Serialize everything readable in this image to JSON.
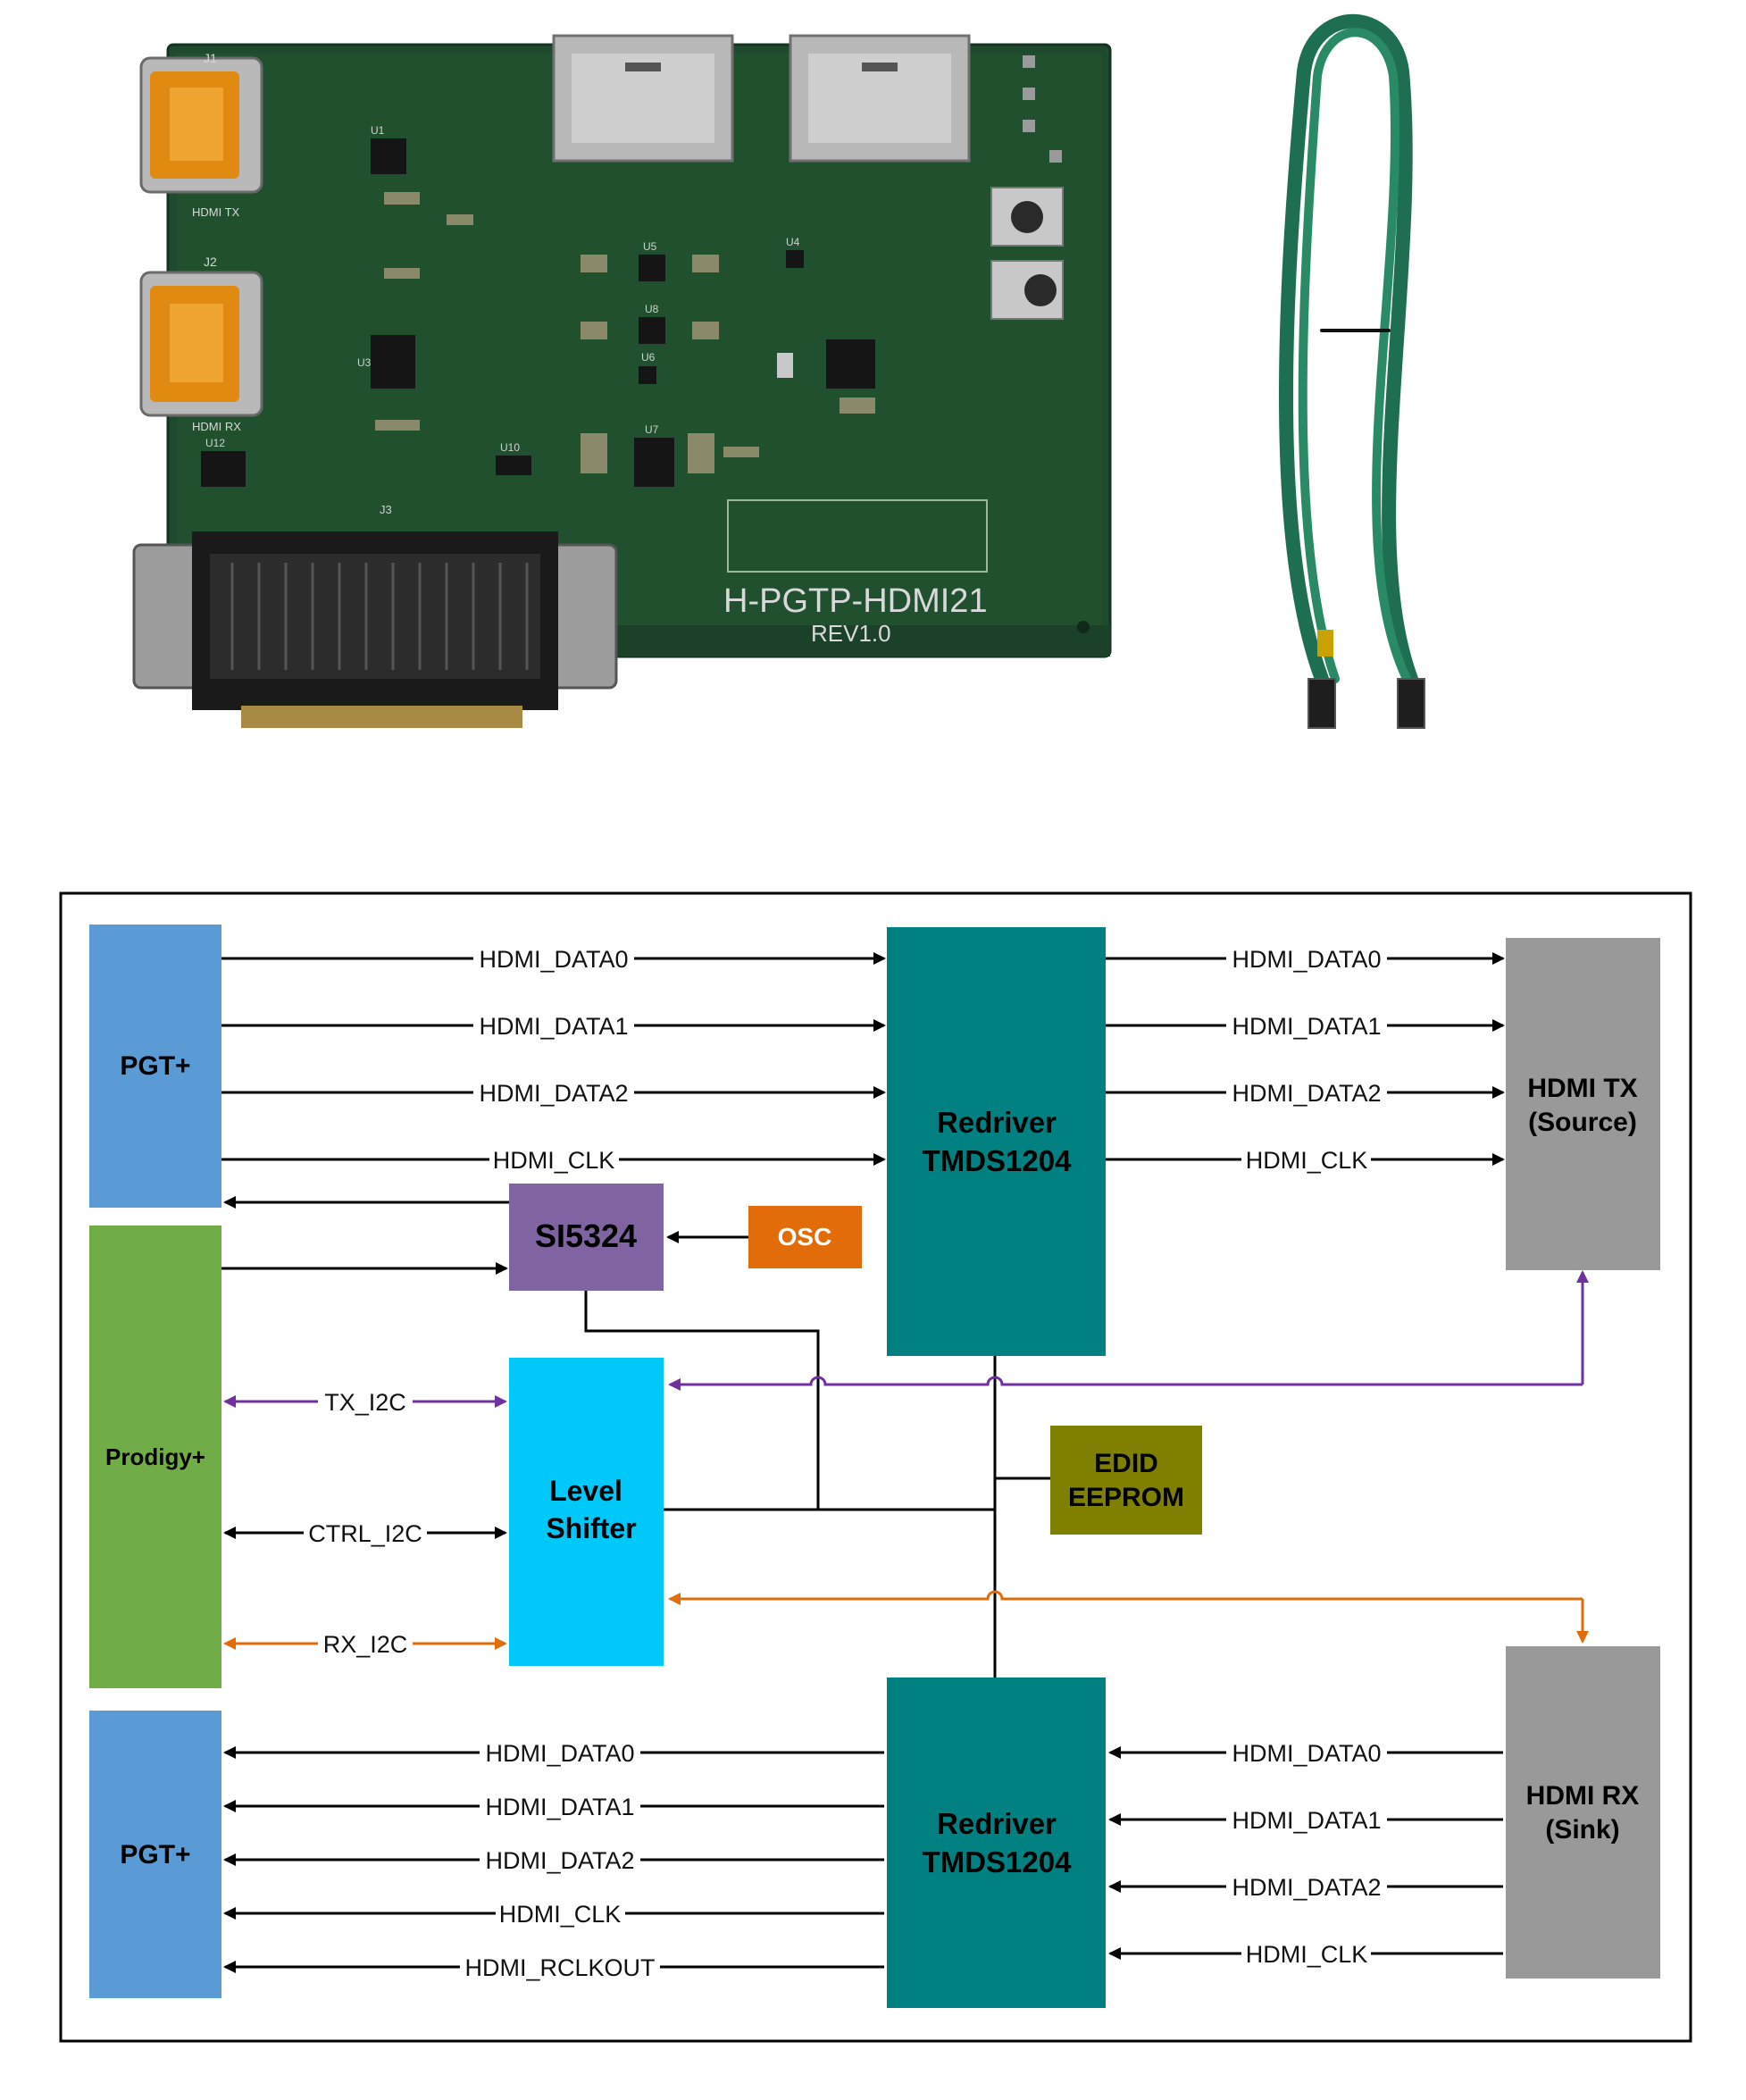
{
  "board": {
    "silkscreen_name": "H-PGTP-HDMI21",
    "silkscreen_rev": "REV1.0",
    "connector_labels": [
      "J1",
      "J2",
      "J3",
      "HDMI TX",
      "HDMI RX"
    ],
    "chip_labels": [
      "U1",
      "U3",
      "U4",
      "U5",
      "U6",
      "U7",
      "U8",
      "U10",
      "U12"
    ]
  },
  "diagram": {
    "blocks": {
      "pgt_top": "PGT+",
      "prodigy": "Prodigy+",
      "pgt_bottom": "PGT+",
      "redriver_top_line1": "Redriver",
      "redriver_top_line2": "TMDS1204",
      "redriver_bottom_line1": "Redriver",
      "redriver_bottom_line2": "TMDS1204",
      "si5324": "SI5324",
      "osc": "OSC",
      "level_shifter_line1": "Level",
      "level_shifter_line2": "Shifter",
      "edid_line1": "EDID",
      "edid_line2": "EEPROM",
      "hdmi_tx_line1": "HDMI TX",
      "hdmi_tx_line2": "(Source)",
      "hdmi_rx_line1": "HDMI RX",
      "hdmi_rx_line2": "(Sink)"
    },
    "signals": {
      "top_left": [
        "HDMI_DATA0",
        "HDMI_DATA1",
        "HDMI_DATA2",
        "HDMI_CLK"
      ],
      "top_right": [
        "HDMI_DATA0",
        "HDMI_DATA1",
        "HDMI_DATA2",
        "HDMI_CLK"
      ],
      "bottom_left": [
        "HDMI_DATA0",
        "HDMI_DATA1",
        "HDMI_DATA2",
        "HDMI_CLK",
        "HDMI_RCLKOUT"
      ],
      "bottom_right": [
        "HDMI_DATA0",
        "HDMI_DATA1",
        "HDMI_DATA2",
        "HDMI_CLK"
      ],
      "tx_i2c": "TX_I2C",
      "ctrl_i2c": "CTRL_I2C",
      "rx_i2c": "RX_I2C"
    },
    "colors": {
      "pgt": "#5b9bd5",
      "prodigy": "#70ad47",
      "redriver": "#008080",
      "si5324": "#8064a2",
      "osc": "#e36c0a",
      "level_shifter": "#00c8f8",
      "edid": "#808000",
      "hdmi_port": "#999999",
      "tx_i2c_line": "#7030a0",
      "rx_i2c_line": "#e36c0a",
      "line": "#000000"
    }
  }
}
